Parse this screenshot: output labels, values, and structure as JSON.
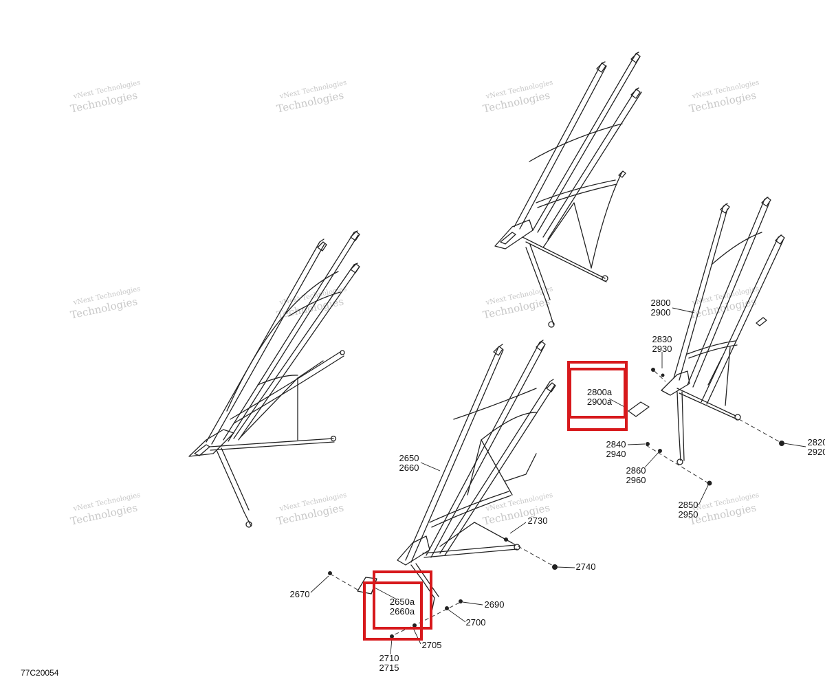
{
  "diagram": {
    "figure_code": "77C20054",
    "watermark": {
      "line1": "vNext Technologies",
      "line2": "Technologies"
    },
    "callouts": {
      "c2800_2900": [
        "2800",
        "2900"
      ],
      "c2830_2930": [
        "2830",
        "2930"
      ],
      "c2800a_2900a": [
        "2800a",
        "2900a"
      ],
      "c2840_2940": [
        "2840",
        "2940"
      ],
      "c2820_2920": [
        "2820",
        "2920"
      ],
      "c2860_2960": [
        "2860",
        "2960"
      ],
      "c2850_2950": [
        "2850",
        "2950"
      ],
      "c2650_2660": [
        "2650",
        "2660"
      ],
      "c2730": [
        "2730"
      ],
      "c2740": [
        "2740"
      ],
      "c2670": [
        "2670"
      ],
      "c2650a_2660a": [
        "2650a",
        "2660a"
      ],
      "c2690": [
        "2690"
      ],
      "c2700": [
        "2700"
      ],
      "c2705": [
        "2705"
      ],
      "c2710_2715": [
        "2710",
        "2715"
      ]
    },
    "highlight_color": "#d7191c"
  }
}
